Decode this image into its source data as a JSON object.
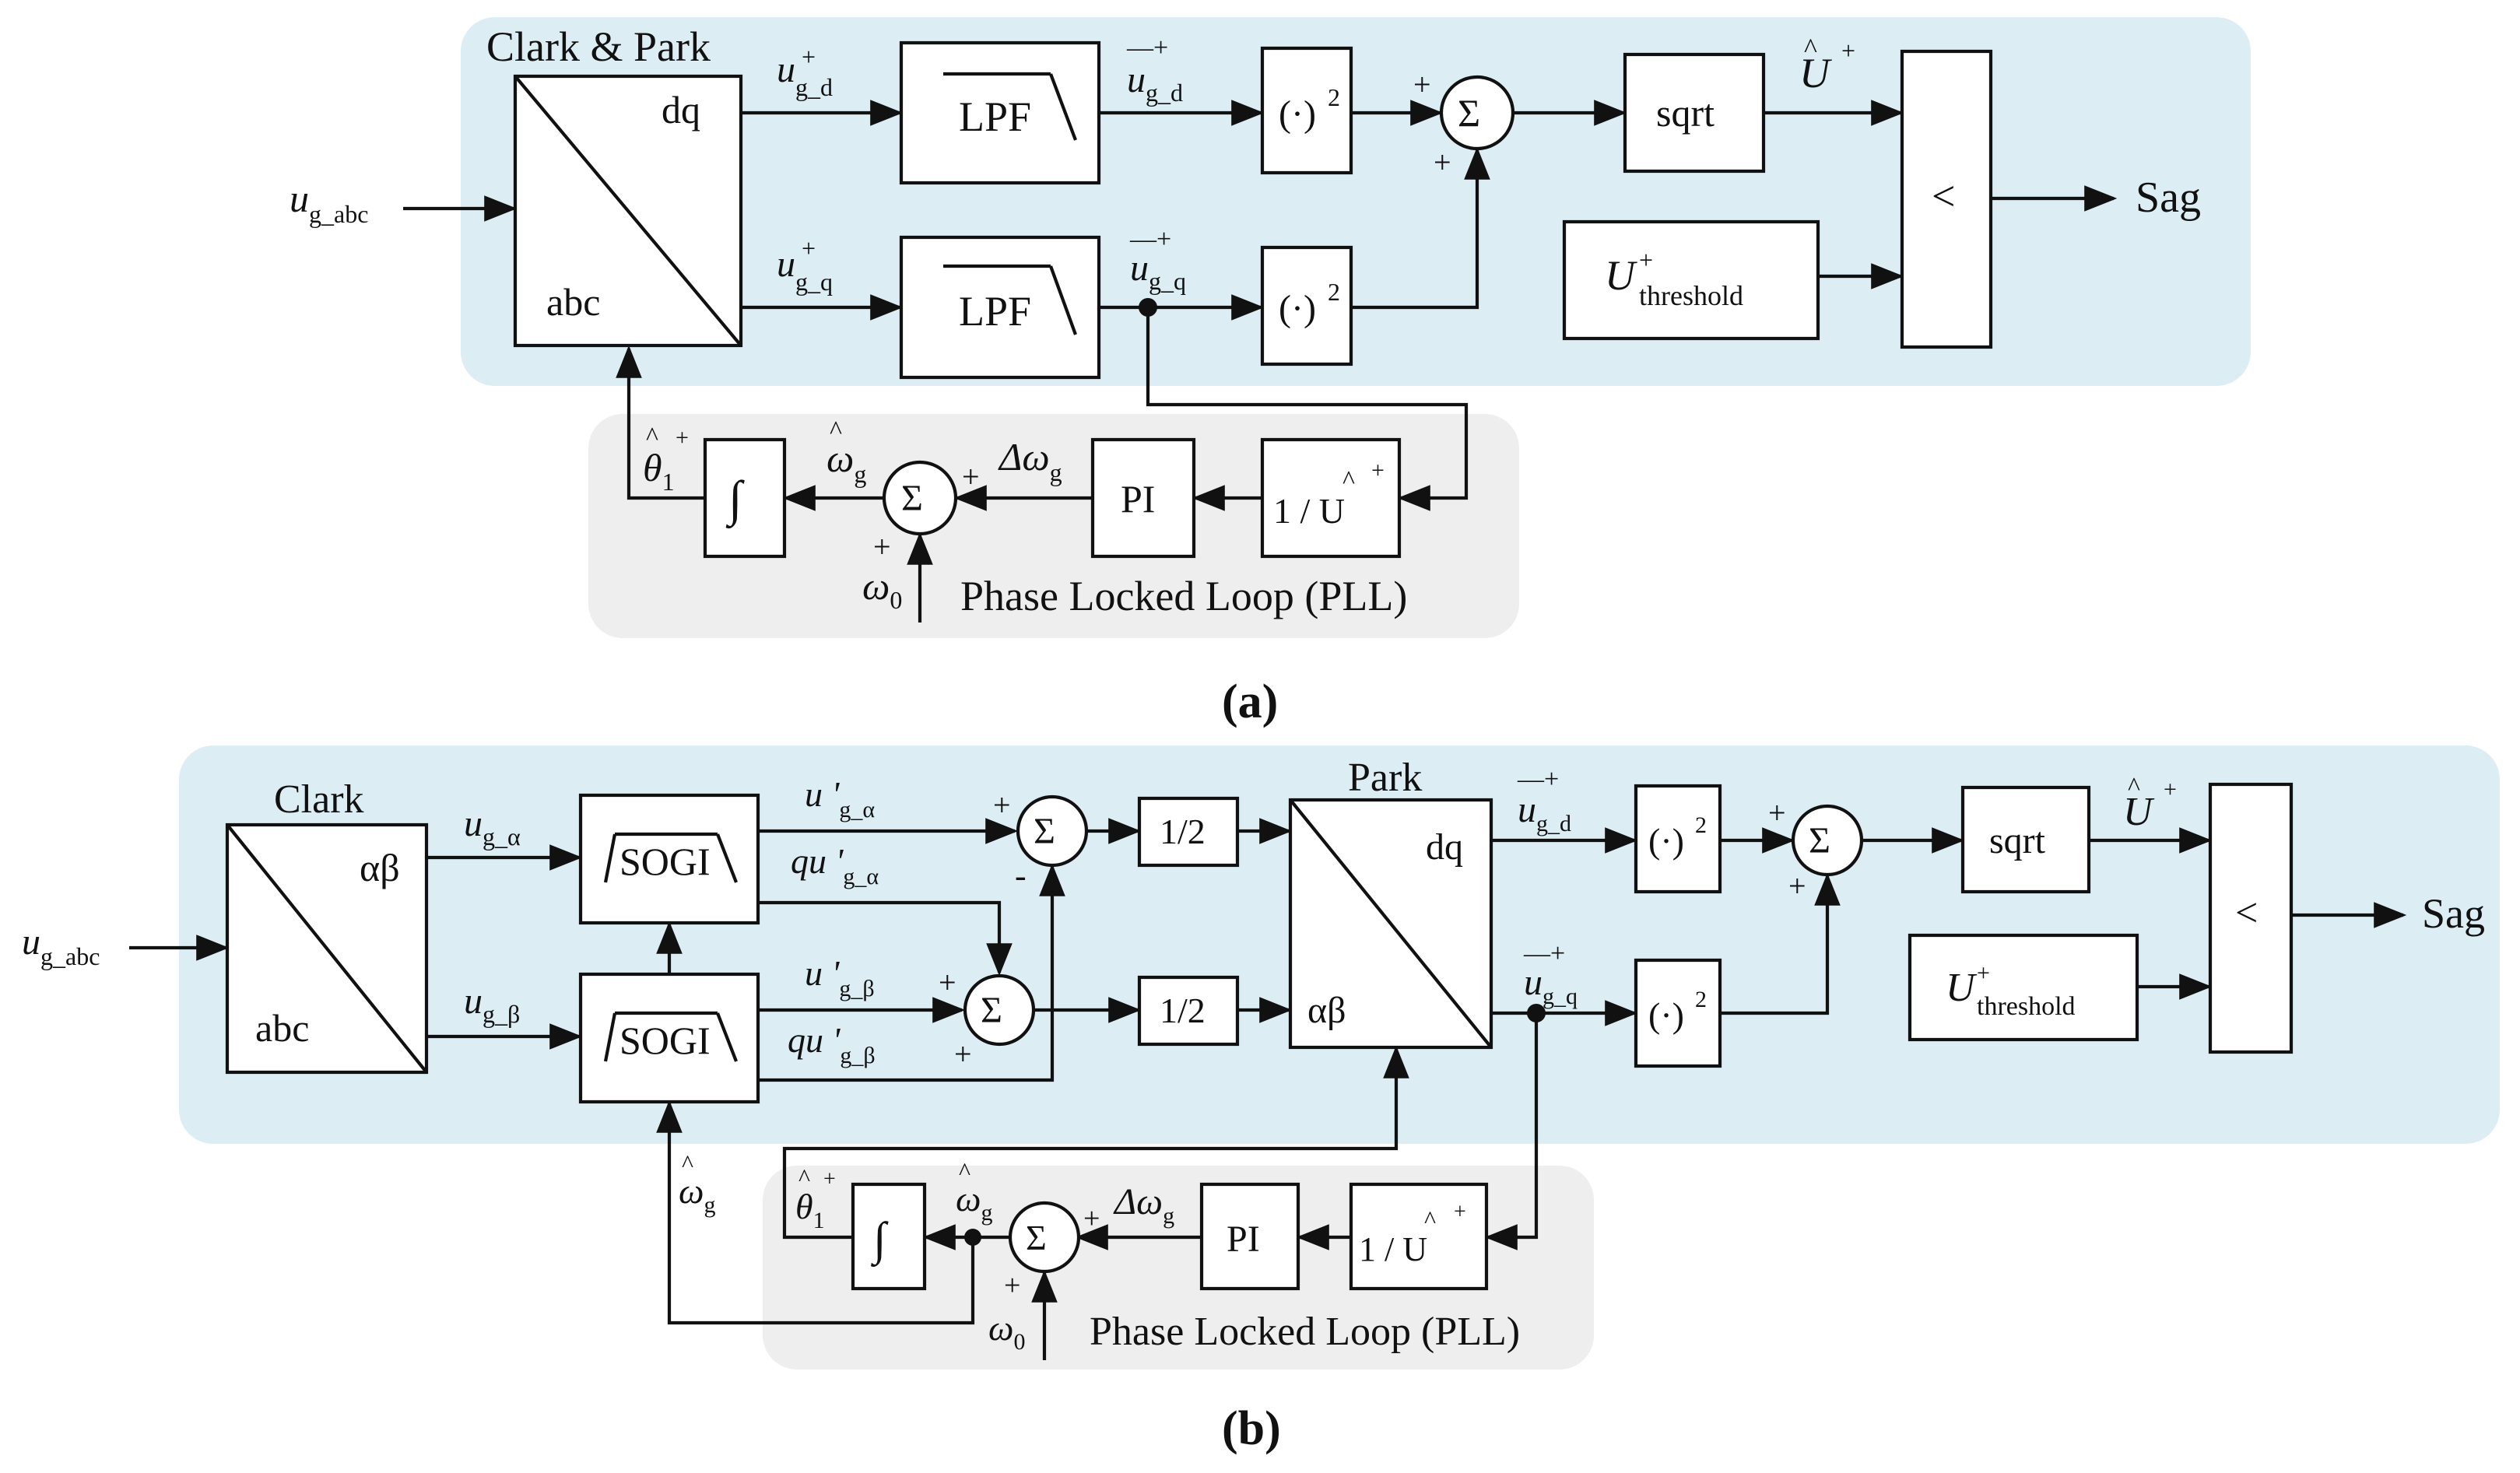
{
  "colors": {
    "main_panel": "#dcedf4",
    "pll_panel": "#eeeeee",
    "stroke": "#111111"
  },
  "diagram_a": {
    "panel_title": "Clark & Park",
    "input": "u",
    "input_sub": "g_abc",
    "transform_top": "dq",
    "transform_bottom": "abc",
    "sig_d": "u",
    "sig_d_sub": "g_d",
    "sig_q": "u",
    "sig_q_sub": "g_q",
    "sup_plus": "+",
    "bar_plus": "—+",
    "lpf": "LPF",
    "square": "(·)",
    "square_exp": "2",
    "sum": "Σ",
    "plus": "+",
    "sqrt": "sqrt",
    "u_hat": "U",
    "hat": "^",
    "threshold": "U",
    "threshold_sub": "threshold",
    "compare": "<",
    "output": "Sag",
    "pll_caption": "Phase Locked Loop (PLL)",
    "integral": "∫",
    "pi": "PI",
    "inv_u": "1 / U",
    "theta": "θ",
    "theta_sub": "1",
    "omega": "ω",
    "omega_sub": "g",
    "delta_omega": "Δω",
    "omega0": "ω",
    "omega0_sub": "0",
    "caption": "(a)"
  },
  "diagram_b": {
    "clark_title": "Clark",
    "park_title": "Park",
    "input": "u",
    "input_sub": "g_abc",
    "clark_top": "αβ",
    "clark_bottom": "abc",
    "u_alpha": "u",
    "u_alpha_sub": "g_α",
    "u_beta": "u",
    "u_beta_sub": "g_β",
    "sogi": "SOGI",
    "u_prime": "u '",
    "qu_prime": "qu '",
    "sub_alpha": "g_α",
    "sub_beta": "g_β",
    "half": "1/2",
    "sum": "Σ",
    "plus": "+",
    "minus": "-",
    "park_top": "dq",
    "park_bottom": "αβ",
    "sig_d": "u",
    "sig_d_sub": "g_d",
    "sig_q": "u",
    "sig_q_sub": "g_q",
    "bar_plus": "—+",
    "sup_plus": "+",
    "square": "(·)",
    "square_exp": "2",
    "sqrt": "sqrt",
    "u_hat": "U",
    "hat": "^",
    "threshold": "U",
    "threshold_sub": "threshold",
    "compare": "<",
    "output": "Sag",
    "pll_caption": "Phase Locked Loop (PLL)",
    "integral": "∫",
    "pi": "PI",
    "inv_u": "1 / U",
    "theta": "θ",
    "theta_sub": "1",
    "omega": "ω",
    "omega_sub": "g",
    "delta_omega": "Δω",
    "omega0": "ω",
    "omega0_sub": "0",
    "caption": "(b)"
  }
}
